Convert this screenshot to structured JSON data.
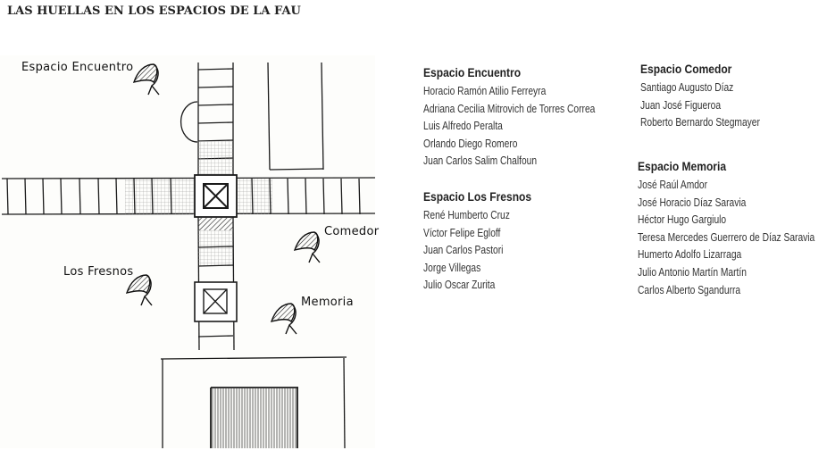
{
  "page": {
    "title": "LAS HUELLAS EN LOS ESPACIOS DE LA FAU"
  },
  "map": {
    "labels": {
      "encuentro": "Espacio Encuentro",
      "comedor": "Comedor",
      "fresnos": "Los Fresnos",
      "memoria": "Memoria"
    },
    "icons": [
      "headscarf-icon",
      "headscarf-icon",
      "headscarf-icon",
      "headscarf-icon"
    ]
  },
  "sections": {
    "encuentro": {
      "title": "Espacio Encuentro",
      "names": [
        "Horacio Ramón Atilio Ferreyra",
        "Adriana Cecilia Mitrovich de Torres Correa",
        "Luis Alfredo Peralta",
        "Orlando Diego Romero",
        "Juan Carlos Salim Chalfoun"
      ]
    },
    "fresnos": {
      "title": "Espacio Los Fresnos",
      "names": [
        "René Humberto Cruz",
        "Víctor Felipe Egloff",
        "Juan Carlos Pastori",
        "Jorge Villegas",
        "Julio Oscar Zurita"
      ]
    },
    "comedor": {
      "title": "Espacio Comedor",
      "names": [
        "Santiago Augusto Díaz",
        "Juan José Figueroa",
        "Roberto Bernardo Stegmayer"
      ]
    },
    "memoria": {
      "title": "Espacio Memoria",
      "names": [
        "José Raúl Amdor",
        "José Horacio Díaz Saravia",
        "Héctor Hugo Gargiulo",
        "Teresa Mercedes Guerrero de Díaz Saravia",
        "Humerto Adolfo Lizarraga",
        "Julio Antonio Martín Martín",
        "Carlos Alberto Sgandurra"
      ]
    }
  }
}
